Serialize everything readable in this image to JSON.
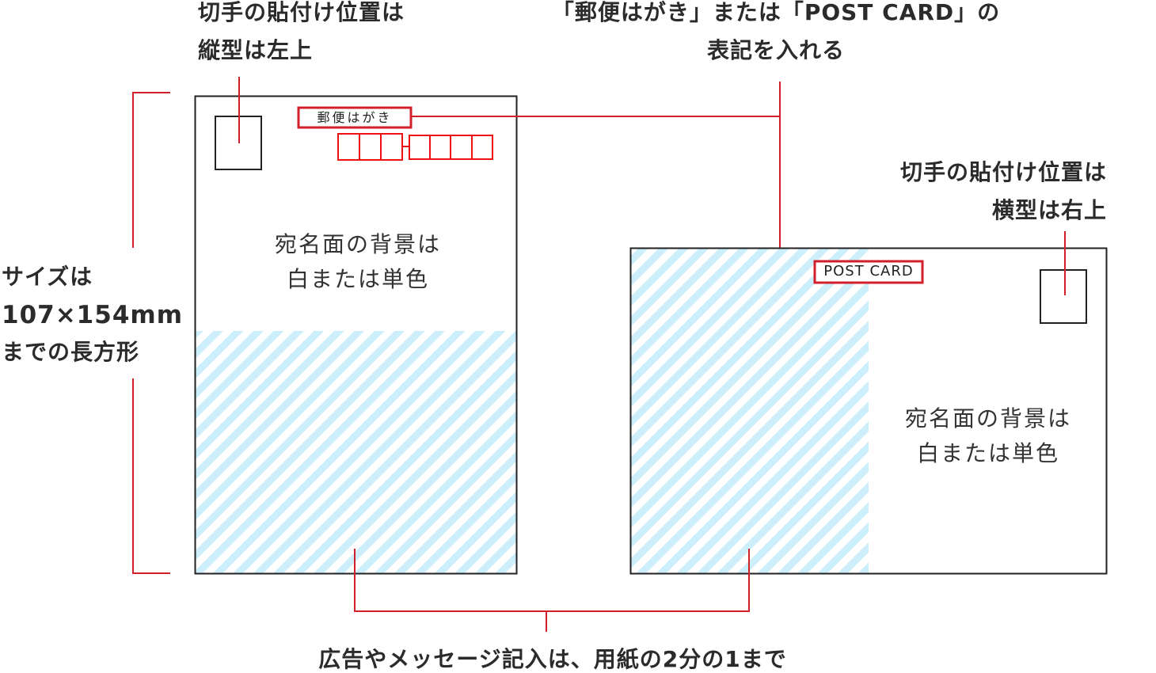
{
  "labels": {
    "portrait_stamp": [
      "切手の貼付け位置は",
      "縦型は左上"
    ],
    "postcard_notation": [
      "「郵便はがき」または「POST CARD」の",
      "表記を入れる"
    ],
    "landscape_stamp": [
      "切手の貼付け位置は",
      "横型は右上"
    ],
    "size": [
      "サイズは",
      "107×154mm",
      "までの長方形"
    ],
    "ad_area": "広告やメッセージ記入は、用紙の2分の1まで"
  },
  "portrait_card": {
    "notation": "郵便はがき",
    "background_note": [
      "宛名面の背景は",
      "白または単色"
    ],
    "postal_code_boxes": [
      3,
      4
    ],
    "ad_area_fraction": 0.5
  },
  "landscape_card": {
    "notation": "POST CARD",
    "background_note": [
      "宛名面の背景は",
      "白または単色"
    ],
    "ad_area_fraction": 0.5
  },
  "colors": {
    "accent_red": "#d2202b",
    "postal_red": "#ee1111",
    "stripe_blue": "#cdeefb",
    "outline": "#222222"
  }
}
